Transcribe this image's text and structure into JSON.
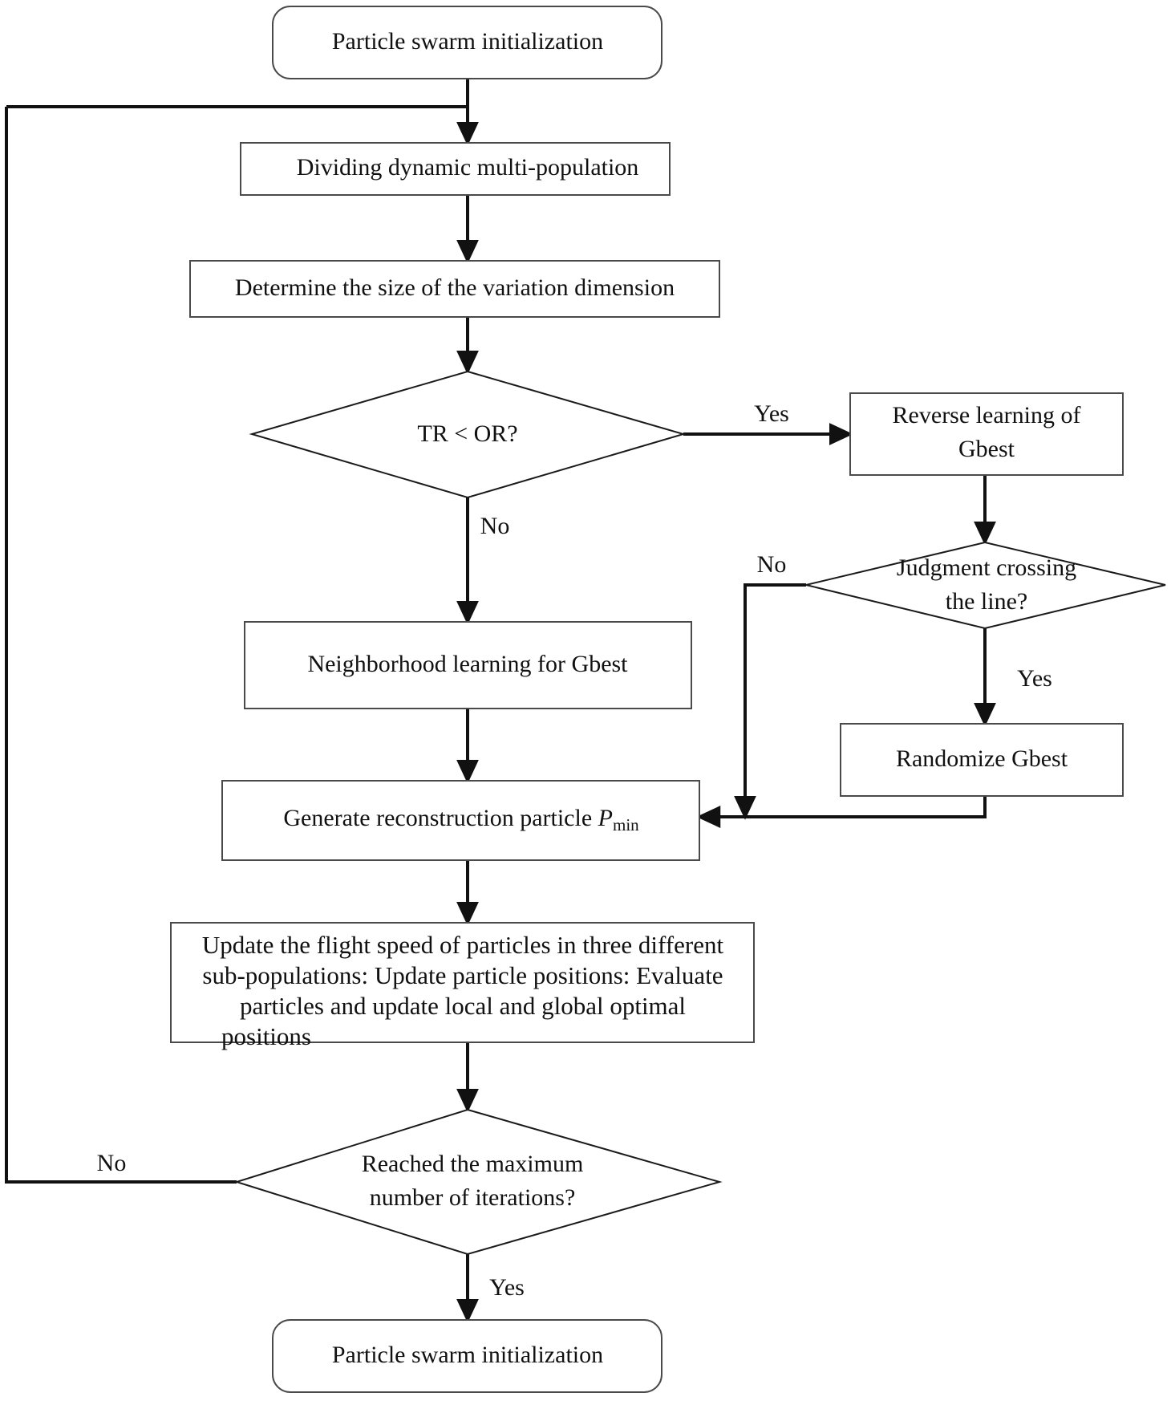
{
  "diagram": {
    "title": "Dynamic multi-population particle swarm optimization flowchart",
    "type": "flowchart",
    "colors": {
      "box_stroke": "#4a4a4a",
      "diamond_stroke": "#1a1a1a",
      "connector": "#111111",
      "text": "#111111",
      "background": "#ffffff"
    },
    "nodes": [
      {
        "id": "start",
        "shape": "rounded-rect",
        "label": "Particle swarm initialization"
      },
      {
        "id": "divide",
        "shape": "rect",
        "label": "Dividing dynamic multi-population"
      },
      {
        "id": "determine",
        "shape": "rect",
        "label": "Determine the size of the variation dimension"
      },
      {
        "id": "tr-or",
        "shape": "diamond",
        "label": "TR < OR?"
      },
      {
        "id": "reverse-learning",
        "shape": "rect",
        "label_line1": "Reverse learning of",
        "label_line2": "Gbest"
      },
      {
        "id": "judgment-crossing",
        "shape": "diamond",
        "label_line1": "Judgment crossing",
        "label_line2": "the line?"
      },
      {
        "id": "randomize-gbest",
        "shape": "rect",
        "label": "Randomize Gbest"
      },
      {
        "id": "neighborhood",
        "shape": "rect",
        "label": "Neighborhood learning for Gbest"
      },
      {
        "id": "generate",
        "shape": "rect",
        "label_prefix": "Generate reconstruction particle ",
        "label_var": "P",
        "label_sub": "min"
      },
      {
        "id": "update",
        "shape": "rect",
        "label_line1": "Update the flight speed of particles in three different",
        "label_line2": "sub-populations: Update particle positions: Evaluate",
        "label_line3": "particles and update local and global optimal",
        "label_line4": "positions"
      },
      {
        "id": "reached-max",
        "shape": "diamond",
        "label_line1": "Reached the maximum",
        "label_line2": "number of iterations?"
      },
      {
        "id": "end",
        "shape": "rounded-rect",
        "label": "Particle swarm initialization"
      }
    ],
    "edge_labels": {
      "tr_or_yes": "Yes",
      "tr_or_no": "No",
      "judgment_no": "No",
      "judgment_yes": "Yes",
      "reached_no": "No",
      "reached_yes": "Yes"
    },
    "edges": [
      {
        "from": "start",
        "to": "divide",
        "label": ""
      },
      {
        "from": "divide",
        "to": "determine",
        "label": ""
      },
      {
        "from": "determine",
        "to": "tr-or",
        "label": ""
      },
      {
        "from": "tr-or",
        "to": "reverse-learning",
        "label": "Yes"
      },
      {
        "from": "tr-or",
        "to": "neighborhood",
        "label": "No"
      },
      {
        "from": "reverse-learning",
        "to": "judgment-crossing",
        "label": ""
      },
      {
        "from": "judgment-crossing",
        "to": "generate",
        "label": "No"
      },
      {
        "from": "judgment-crossing",
        "to": "randomize-gbest",
        "label": "Yes"
      },
      {
        "from": "randomize-gbest",
        "to": "generate",
        "label": ""
      },
      {
        "from": "neighborhood",
        "to": "generate",
        "label": ""
      },
      {
        "from": "generate",
        "to": "update",
        "label": ""
      },
      {
        "from": "update",
        "to": "reached-max",
        "label": ""
      },
      {
        "from": "reached-max",
        "to": "end",
        "label": "Yes"
      },
      {
        "from": "reached-max",
        "to": "divide",
        "label": "No"
      }
    ]
  }
}
